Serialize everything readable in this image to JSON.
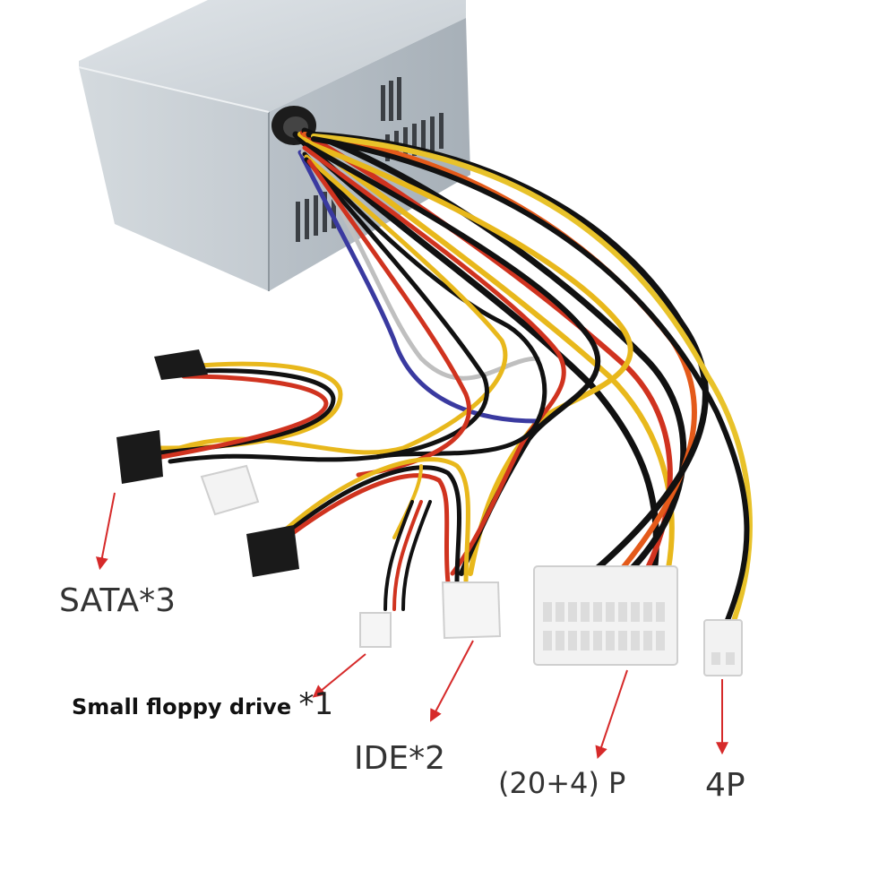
{
  "image": {
    "subject": "ATX power supply with cables and connectors",
    "colors": {
      "arrow": "#d62a2a",
      "psu_body": "#c9d0d6",
      "label_text": "#333333"
    }
  },
  "labels": {
    "sata": "SATA*3",
    "floppy_text": "Small floppy drive",
    "floppy_count": "*1",
    "ide": "IDE*2",
    "atx": "(20+4) P",
    "p4": "4P"
  }
}
